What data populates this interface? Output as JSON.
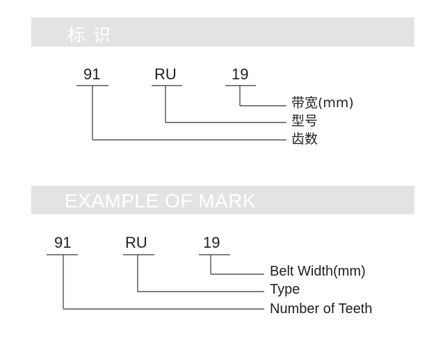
{
  "chinese_section": {
    "title": "标识",
    "codes": {
      "teeth": "91",
      "type": "RU",
      "width": "19"
    },
    "labels": {
      "width": "带宽(mm)",
      "type": "型号",
      "teeth": "齿数"
    }
  },
  "english_section": {
    "title": "EXAMPLE OF MARK",
    "codes": {
      "teeth": "91",
      "type": "RU",
      "width": "19"
    },
    "labels": {
      "width": "Belt Width(mm)",
      "type": "Type",
      "teeth": "Number of Teeth"
    }
  }
}
